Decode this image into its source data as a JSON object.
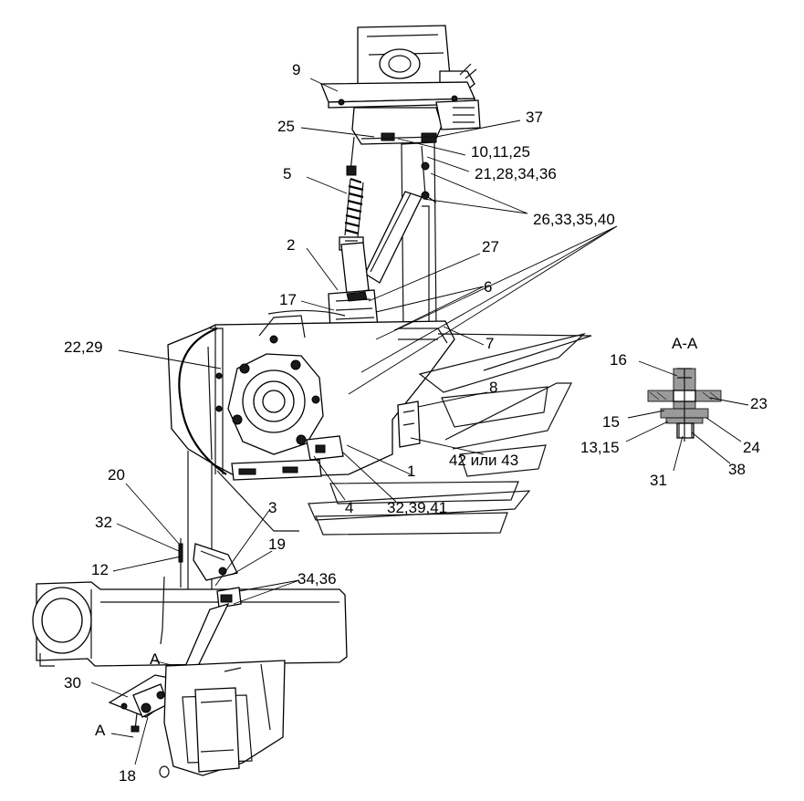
{
  "callouts": {
    "c9": "9",
    "c25a": "25",
    "c37": "37",
    "c10_11_25": "10,11,25",
    "c21_28_34_36": "21,28,34,36",
    "c5": "5",
    "c26_33_35_40": "26,33,35,40",
    "c2": "2",
    "c27": "27",
    "c17": "17",
    "c6": "6",
    "c7": "7",
    "c22_29": "22,29",
    "c8": "8",
    "c42_43": "42 или 43",
    "c1": "1",
    "c4": "4",
    "c32_39_41": "32,39,41",
    "c3": "3",
    "c20": "20",
    "c32": "32",
    "c12": "12",
    "c19": "19",
    "c34_36": "34,36",
    "cA_top": "A",
    "c30": "30",
    "cA_bottom": "A",
    "c18": "18"
  },
  "section": {
    "title": "A-A",
    "c16": "16",
    "c23": "23",
    "c15": "15",
    "c13_15": "13,15",
    "c24": "24",
    "c31": "31",
    "c38": "38"
  }
}
